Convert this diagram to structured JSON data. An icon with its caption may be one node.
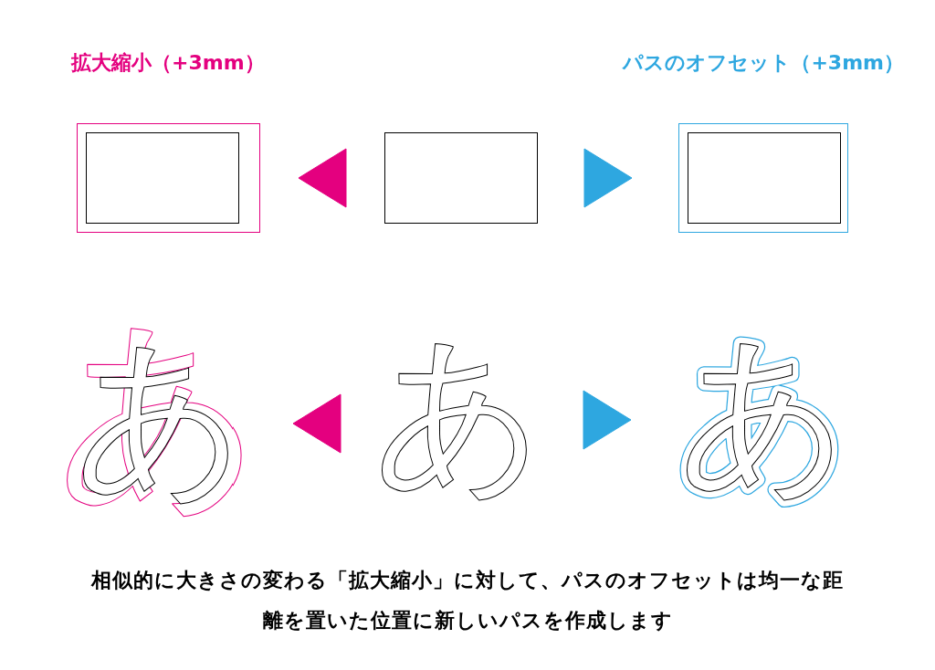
{
  "diagram": {
    "caption": "相似的に大きさの変わる「拡大縮小」に対して、パスのオフセットは均一な距離を置いた位置に新しいパスを作成します",
    "nodes": [
      {
        "text": [],
        "shape": "box"
      },
      {
        "text": [],
        "shape": "box"
      },
      {
        "text": [],
        "shape": "box"
      },
      {
        "text": [
          "あ"
        ]
      },
      {
        "text": [
          "あ"
        ]
      },
      {
        "text": [
          "あ"
        ]
      }
    ],
    "edges": [
      {
        "from": 1,
        "to": 0,
        "arrow": "to",
        "color": "#e4007f"
      },
      {
        "from": 1,
        "to": 2,
        "arrow": "to",
        "color": "#2ea7e0"
      },
      {
        "from": 4,
        "to": 3,
        "arrow": "to",
        "color": "#e4007f"
      },
      {
        "from": 4,
        "to": 5,
        "arrow": "to",
        "color": "#2ea7e0"
      }
    ],
    "labels": [
      "拡大縮小（+3mm）",
      "パスのオフセット（+3mm）"
    ]
  }
}
